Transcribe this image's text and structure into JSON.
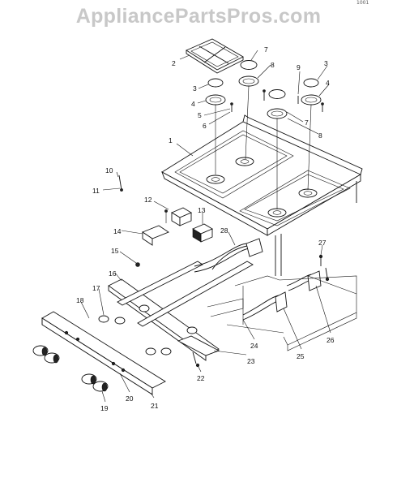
{
  "header": {
    "watermark_text": "AppliancePartsPros.com",
    "corner_text": "1001"
  },
  "diagram": {
    "part_labels": [
      "1",
      "2",
      "3",
      "3",
      "4",
      "4",
      "5",
      "6",
      "7",
      "7",
      "8",
      "8",
      "9",
      "10",
      "11",
      "12",
      "13",
      "14",
      "15",
      "16",
      "17",
      "18",
      "19",
      "20",
      "21",
      "22",
      "23",
      "24",
      "25",
      "26",
      "27",
      "28"
    ]
  }
}
